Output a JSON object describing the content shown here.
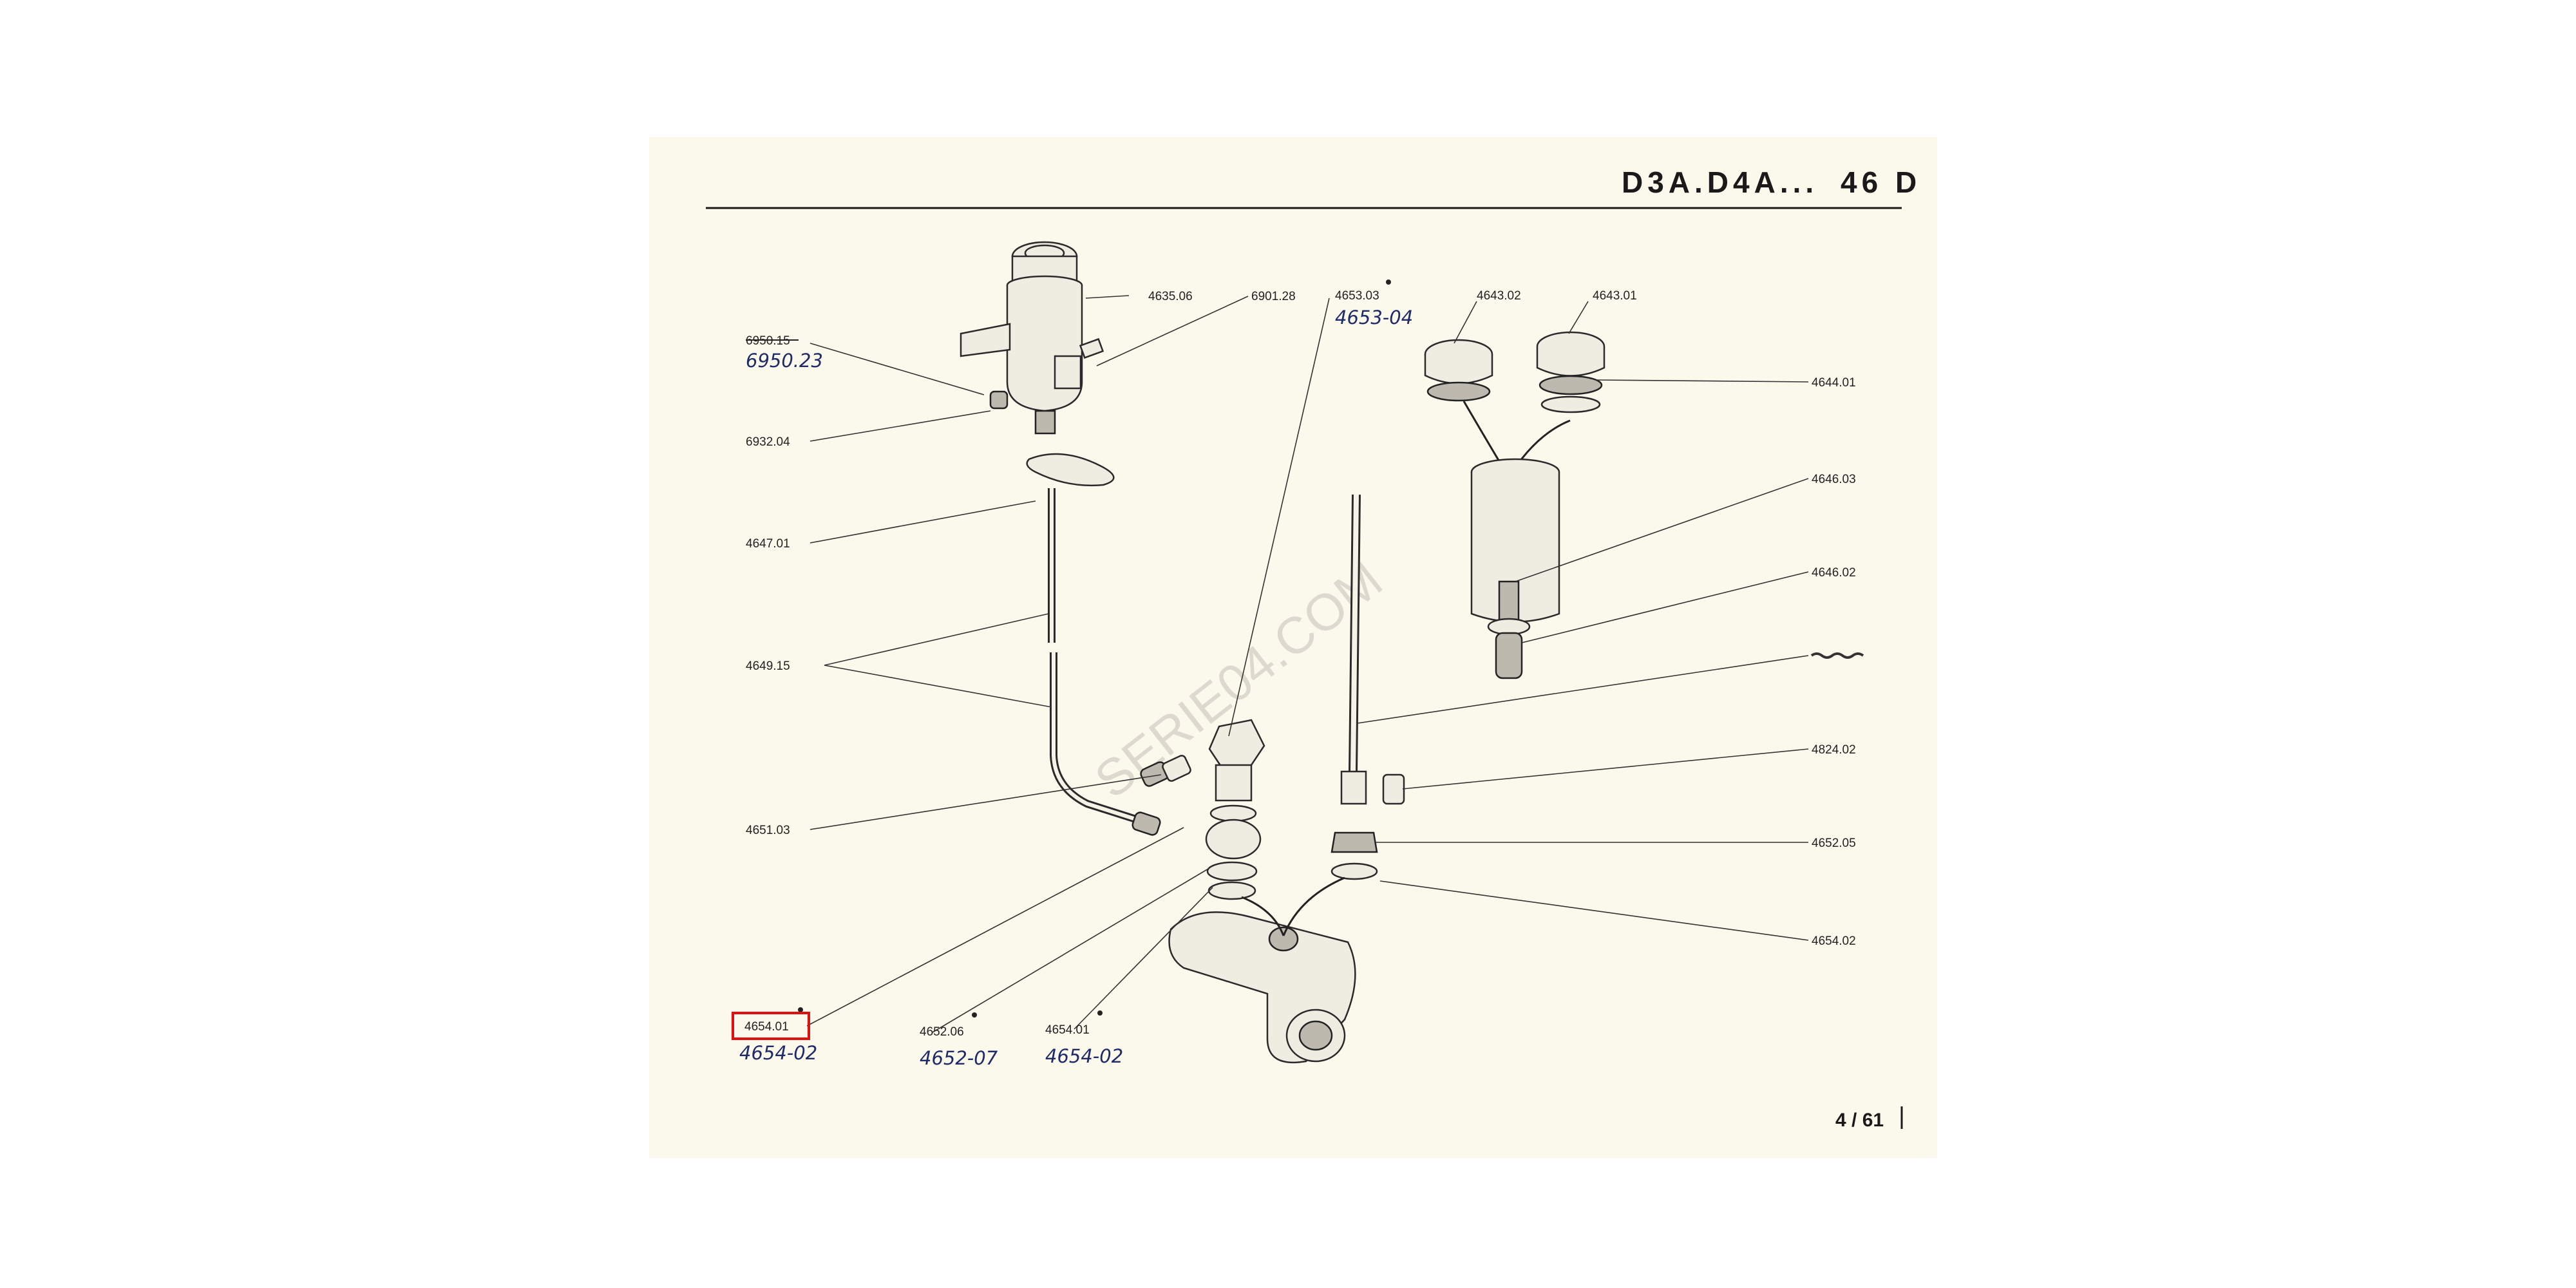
{
  "header": {
    "model": "D3A.D4A...",
    "group": "46 D"
  },
  "page_number": "4 / 61",
  "watermark": "SERIE04.COM",
  "highlight": {
    "target": "4654.01"
  },
  "callouts": [
    {
      "id": "c-4635-06",
      "number": "4635.06"
    },
    {
      "id": "c-6901-28",
      "number": "6901.28"
    },
    {
      "id": "c-6950-15",
      "number": "6950.15",
      "handwritten": "6950.23"
    },
    {
      "id": "c-6932-04",
      "number": "6932.04"
    },
    {
      "id": "c-4647-01",
      "number": "4647.01"
    },
    {
      "id": "c-4649-15",
      "number": "4649.15"
    },
    {
      "id": "c-4651-03",
      "number": "4651.03"
    },
    {
      "id": "c-4654-01-a",
      "number": "4654.01",
      "handwritten": "4654-02"
    },
    {
      "id": "c-4652-06",
      "number": "4652.06",
      "handwritten": "4652-07"
    },
    {
      "id": "c-4654-01-b",
      "number": "4654.01",
      "handwritten": "4654-02"
    },
    {
      "id": "c-4653-03",
      "number": "4653.03",
      "handwritten": "4653-04"
    },
    {
      "id": "c-4643-02",
      "number": "4643.02"
    },
    {
      "id": "c-4643-01",
      "number": "4643.01"
    },
    {
      "id": "c-4644-01",
      "number": "4644.01"
    },
    {
      "id": "c-4646-03",
      "number": "4646.03"
    },
    {
      "id": "c-4646-02",
      "number": "4646.02"
    },
    {
      "id": "c-4824-02",
      "number": "4824.02"
    },
    {
      "id": "c-4652-05",
      "number": "4652.05"
    },
    {
      "id": "c-4654-02",
      "number": "4654.02"
    }
  ]
}
